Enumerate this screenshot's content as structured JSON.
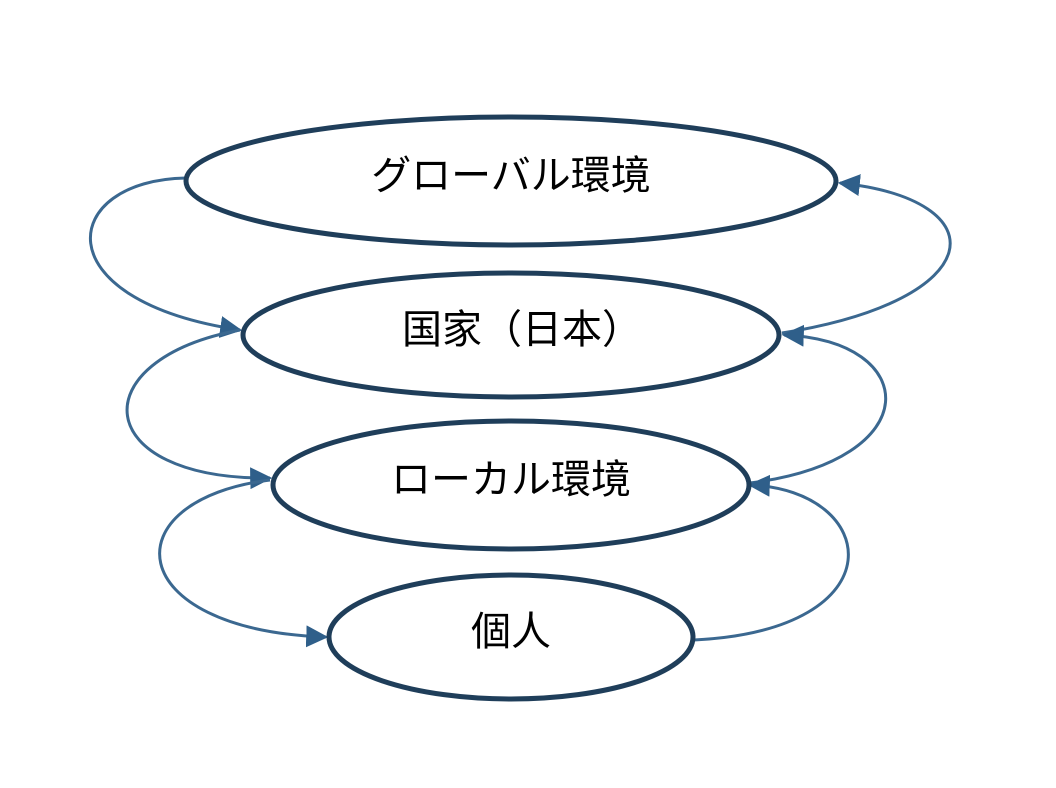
{
  "nodes": [
    {
      "id": "global",
      "label": "グローバル環境"
    },
    {
      "id": "nation",
      "label": "国家（日本）"
    },
    {
      "id": "local",
      "label": "ローカル環境"
    },
    {
      "id": "individual",
      "label": "個人"
    }
  ],
  "connections": {
    "downward": [
      {
        "from": "global",
        "to": "nation",
        "side": "left"
      },
      {
        "from": "nation",
        "to": "local",
        "side": "left"
      },
      {
        "from": "local",
        "to": "individual",
        "side": "left"
      }
    ],
    "upward": [
      {
        "from": "nation",
        "to": "global",
        "side": "right"
      },
      {
        "from": "local",
        "to": "nation",
        "side": "right"
      },
      {
        "from": "individual",
        "to": "local",
        "side": "right"
      }
    ]
  },
  "colors": {
    "ellipse_stroke": "#1f3e5a",
    "connector": "#3b6890",
    "arrowhead": "#2f5f8a"
  }
}
